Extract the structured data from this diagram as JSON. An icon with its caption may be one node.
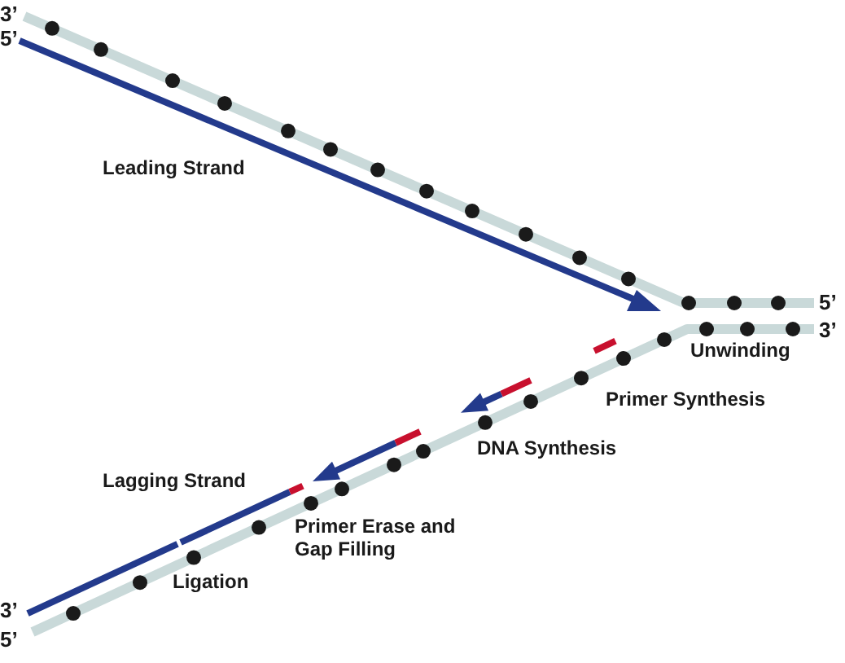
{
  "diagram": {
    "labels": [
      "3’",
      "5’",
      "Leading Strand",
      "5’",
      "3’",
      "Unwinding",
      "Primer Synthesis",
      "DNA Synthesis",
      "Lagging Strand",
      "Primer Erase and Gap Filling",
      "Ligation",
      "3’",
      "5’"
    ]
  }
}
